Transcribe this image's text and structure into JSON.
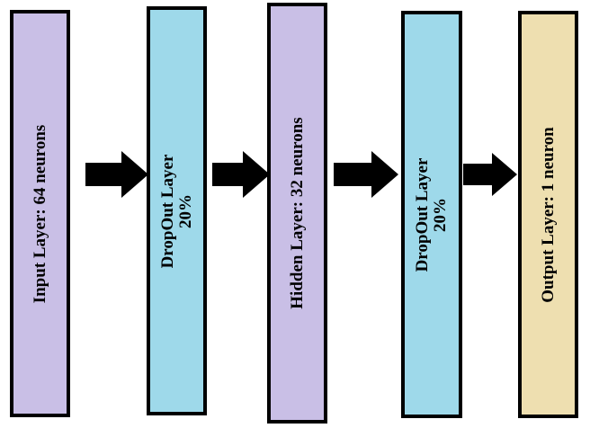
{
  "colors": {
    "input": "#c9bfe6",
    "dropout": "#9ed9ea",
    "hidden": "#c9bfe6",
    "output": "#eedfb0",
    "border": "#000000",
    "arrow": "#000000"
  },
  "layers": [
    {
      "id": "input",
      "lines": [
        "Input Layer: 64 neurons"
      ]
    },
    {
      "id": "dropout1",
      "lines": [
        "DropOut Layer",
        "20%"
      ]
    },
    {
      "id": "hidden",
      "lines": [
        "Hidden Layer: 32 neurons"
      ]
    },
    {
      "id": "dropout2",
      "lines": [
        "DropOut Layer",
        "20%"
      ]
    },
    {
      "id": "output",
      "lines": [
        "Output Layer: 1 neuron"
      ]
    }
  ],
  "icons": {
    "arrow": "arrow-right-icon"
  }
}
